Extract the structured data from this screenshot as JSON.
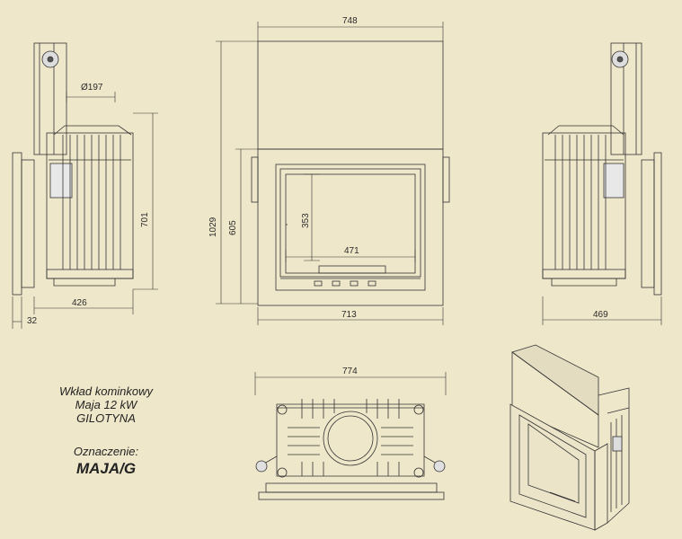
{
  "caption": {
    "line1": "Wkład kominkowy",
    "line2": "Maja 12 kW",
    "line3": "GILOTYNA",
    "designation_label": "Oznaczenie:",
    "model_code": "MAJA/G"
  },
  "dimensions": {
    "side_left_bottom_depth": "426",
    "side_left_flange": "32",
    "side_left_height": "701",
    "flue_diameter": "Ø197",
    "front_top_width": "748",
    "front_total_height": "1029",
    "front_frame_height": "605",
    "front_glass_height": "353",
    "front_glass_width": "471",
    "front_bottom_width": "713",
    "side_right_depth": "469",
    "top_view_width": "774"
  },
  "colors": {
    "background": "#efe7ca",
    "line": "#333333"
  }
}
